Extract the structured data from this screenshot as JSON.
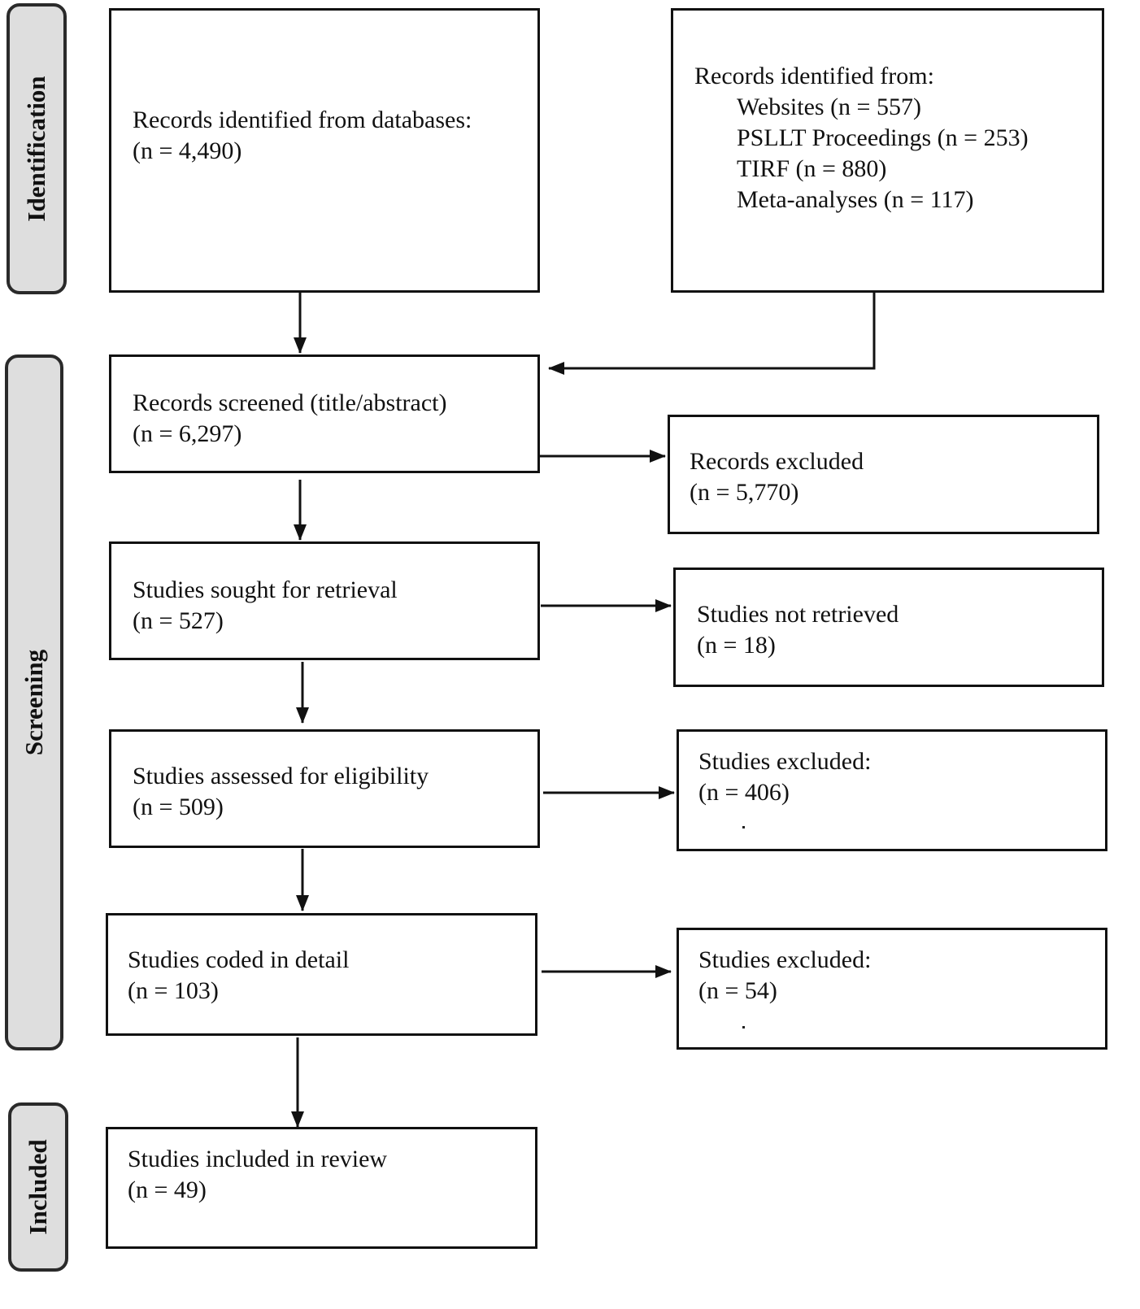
{
  "phases": {
    "identification": "Identification",
    "screening": "Screening",
    "included": "Included"
  },
  "boxes": {
    "databases": {
      "title": "Records identified from databases:",
      "count": "(n = 4,490)"
    },
    "other_sources": {
      "title": "Records identified from:",
      "items": [
        "Websites (n = 557)",
        "PSLLT Proceedings (n = 253)",
        "TIRF (n = 880)",
        "Meta-analyses (n = 117)"
      ]
    },
    "screened": {
      "title": "Records screened (title/abstract)",
      "count": "(n = 6,297)"
    },
    "excluded_records": {
      "title": "Records excluded",
      "count": "(n = 5,770)"
    },
    "sought": {
      "title": "Studies sought for retrieval",
      "count": "(n = 527)"
    },
    "not_retrieved": {
      "title": "Studies not retrieved",
      "count": "(n = 18)"
    },
    "assessed": {
      "title": "Studies assessed for eligibility",
      "count": "(n = 509)"
    },
    "excluded_eligibility": {
      "title": "Studies excluded:",
      "count": "(n = 406)"
    },
    "coded": {
      "title": "Studies coded in detail",
      "count": "(n = 103)"
    },
    "excluded_coding": {
      "title": "Studies excluded:",
      "count": "(n = 54)"
    },
    "included": {
      "title": "Studies included in review",
      "count": "(n = 49)"
    }
  }
}
